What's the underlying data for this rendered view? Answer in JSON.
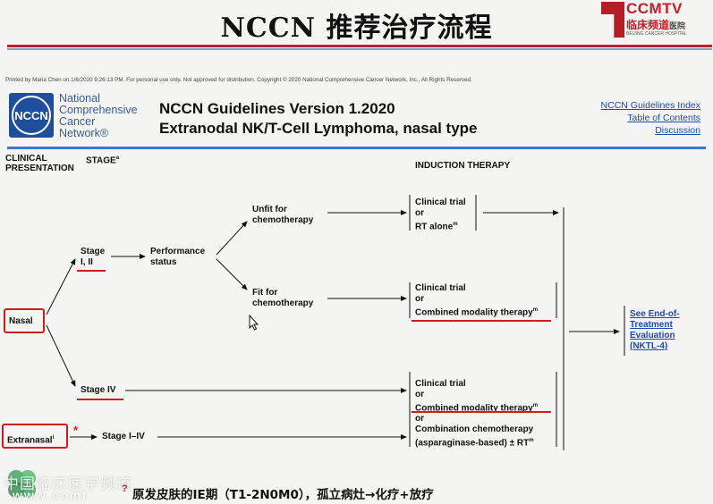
{
  "slide": {
    "title": "NCCN 推荐治疗流程",
    "logo_brand": "CCMTV",
    "logo_cn": "临床频道",
    "logo_overlay_cn": "医院",
    "logo_en": "BEIJING CANCER HOSPITAL",
    "bottom_note": "原发皮肤的IE期（T1-2N0M0），孤立病灶→化疗+放疗",
    "note_marker": "?",
    "watermark_cn": "中国临床医学频道",
    "watermark_url": "www.ccmt"
  },
  "document": {
    "print_note": "Printed by Maria Chen on 1/6/2020 9:26:13 PM. For personal use only. Not approved for distribution. Copyright © 2020 National Comprehensive Cancer Network, Inc., All Rights Reserved.",
    "logo_text": "NCCN",
    "org_name": "National\nComprehensive\nCancer\nNetwork®",
    "version": "NCCN Guidelines Version 1.2020",
    "topic": "Extranodal NK/T-Cell Lymphoma, nasal type",
    "nav": {
      "index": "NCCN Guidelines Index",
      "toc": "Table of Contents",
      "discussion": "Discussion"
    },
    "columns": {
      "clinical_presentation": "CLINICAL\nPRESENTATION",
      "stage": "STAGE",
      "stage_sup": "a",
      "induction": "INDUCTION THERAPY"
    }
  },
  "flow": {
    "nasal": "Nasal",
    "extranasal": "Extranasal",
    "extranasal_sup": "l",
    "star": "*",
    "stage_i_ii": "Stage\nI, II",
    "stage_iv": "Stage IV",
    "stage_i_iv": "Stage I–IV",
    "performance": "Performance\nstatus",
    "unfit": "Unfit for\nchemotherapy",
    "fit": "Fit for\nchemotherapy",
    "outcome_unfit": {
      "line1": "Clinical trial",
      "line2": "or",
      "line3": "RT alone",
      "sup": "m"
    },
    "outcome_fit": {
      "line1": "Clinical trial",
      "line2": "or",
      "line3": "Combined modality therapy",
      "sup": "m"
    },
    "outcome_advanced": {
      "line1": "Clinical trial",
      "line2": "or",
      "line3": "Combined modality therapy",
      "sup3": "m",
      "line4": "or",
      "line5": "Combination chemotherapy",
      "line6": "(asparaginase-based)",
      "line6_tail": " ± RT",
      "sup": "m"
    },
    "see_link": "See End-of-\nTreatment\nEvaluation\n(NKTL-4)"
  },
  "colors": {
    "accent_red": "#d11c1c",
    "nccn_blue": "#1f4e9c",
    "link_blue": "#1d4bb0"
  }
}
